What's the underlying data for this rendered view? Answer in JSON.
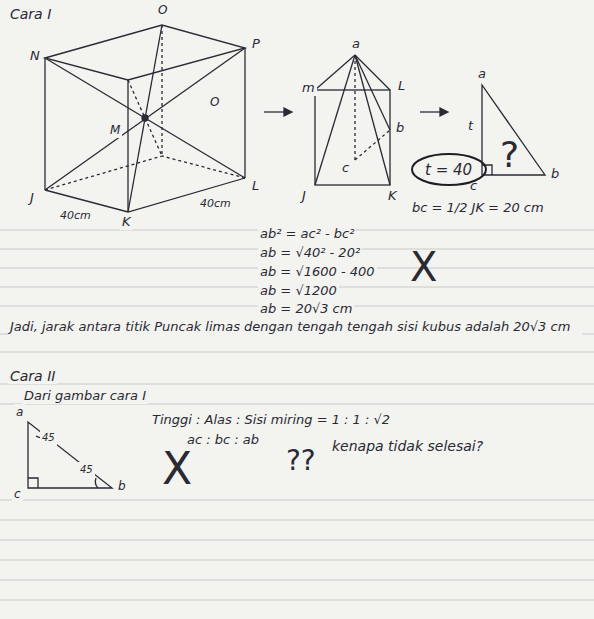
{
  "diagram": {
    "nodes": [
      {
        "text": [
          "t = 40"
        ]
      }
    ],
    "labels": [
      "Cara I",
      "O",
      "N",
      "P",
      "O",
      "M",
      "J",
      "K",
      "L",
      "40cm",
      "40cm",
      "a",
      "m",
      "L",
      "b",
      "c",
      "J",
      "K",
      "a",
      "t",
      "c",
      "b",
      "?",
      "bc = 1/2 JK = 20 cm",
      "ab² = ac² - bc²",
      "ab = √40² - 20²",
      "ab = √1600 - 400",
      "ab = √1200",
      "ab = 20√3 cm",
      "X",
      "Jadi, jarak antara titik Puncak limas dengan tengah tengah sisi kubus adalah 20√3 cm",
      "Cara II",
      "Dari gambar cara I",
      "a",
      "45",
      "c",
      "45",
      "b",
      "Tinggi : Alas : Sisi miring = 1 : 1 : √2",
      "ac : bc : ab",
      "X",
      "??",
      "kenapa tidak selesai?"
    ]
  }
}
